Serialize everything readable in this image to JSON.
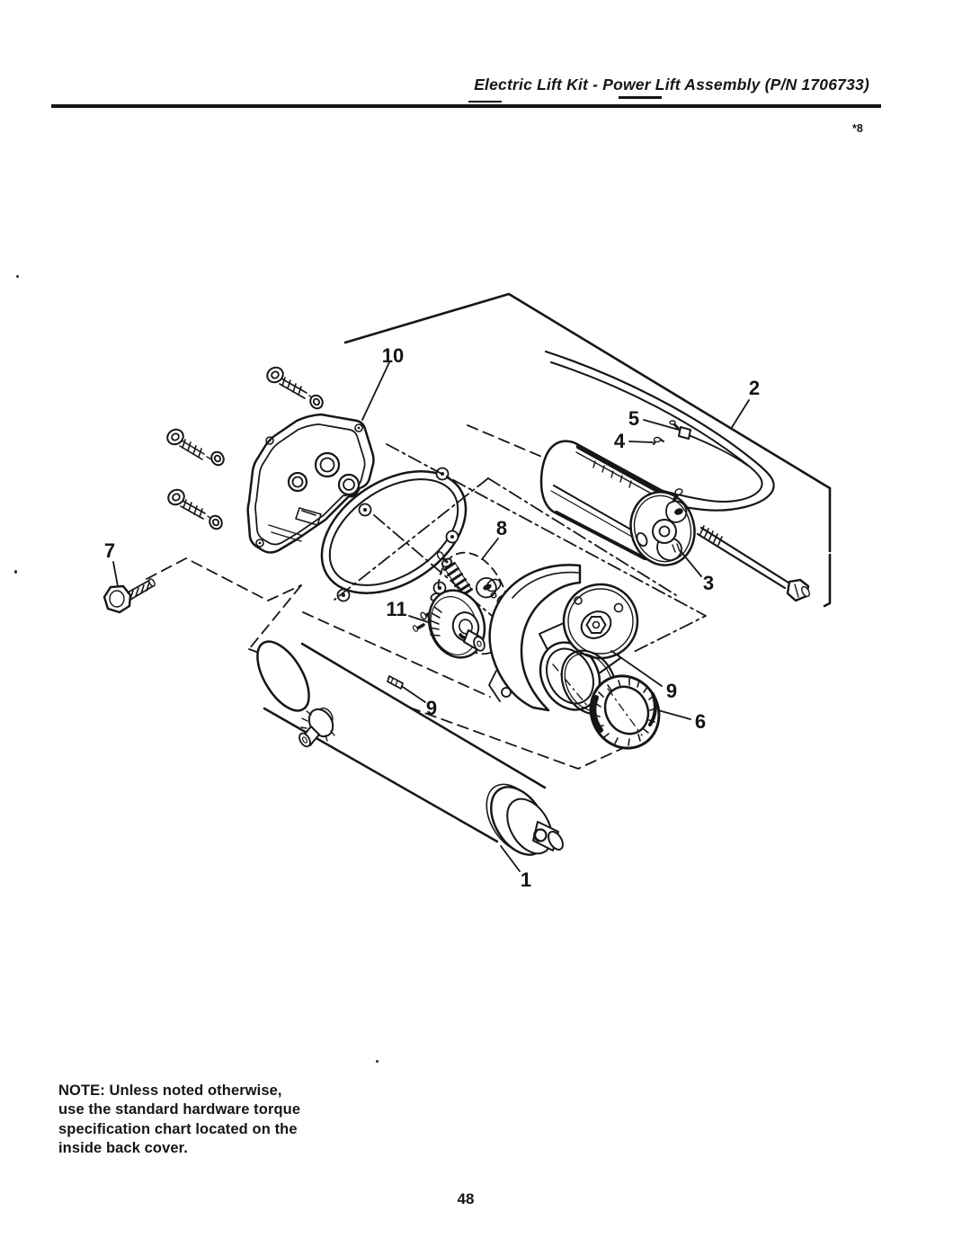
{
  "page": {
    "paper_color": "#ffffff",
    "ink_color": "#161616"
  },
  "header": {
    "title": "Electric Lift Kit - Power Lift Assembly (P/N 1706733)",
    "edition_mark": "*8"
  },
  "figure": {
    "callouts": [
      {
        "label": "10"
      },
      {
        "label": "2"
      },
      {
        "label": "5"
      },
      {
        "label": "4"
      },
      {
        "label": "8"
      },
      {
        "label": "7"
      },
      {
        "label": "3"
      },
      {
        "label": "11"
      },
      {
        "label": "9"
      },
      {
        "label": "9"
      },
      {
        "label": "6"
      },
      {
        "label": "1"
      }
    ]
  },
  "note": {
    "lines": [
      "NOTE: Unless noted otherwise,",
      "use the standard hardware torque",
      "specification chart located on the",
      "inside back cover."
    ]
  },
  "footer": {
    "page_number": "48"
  }
}
